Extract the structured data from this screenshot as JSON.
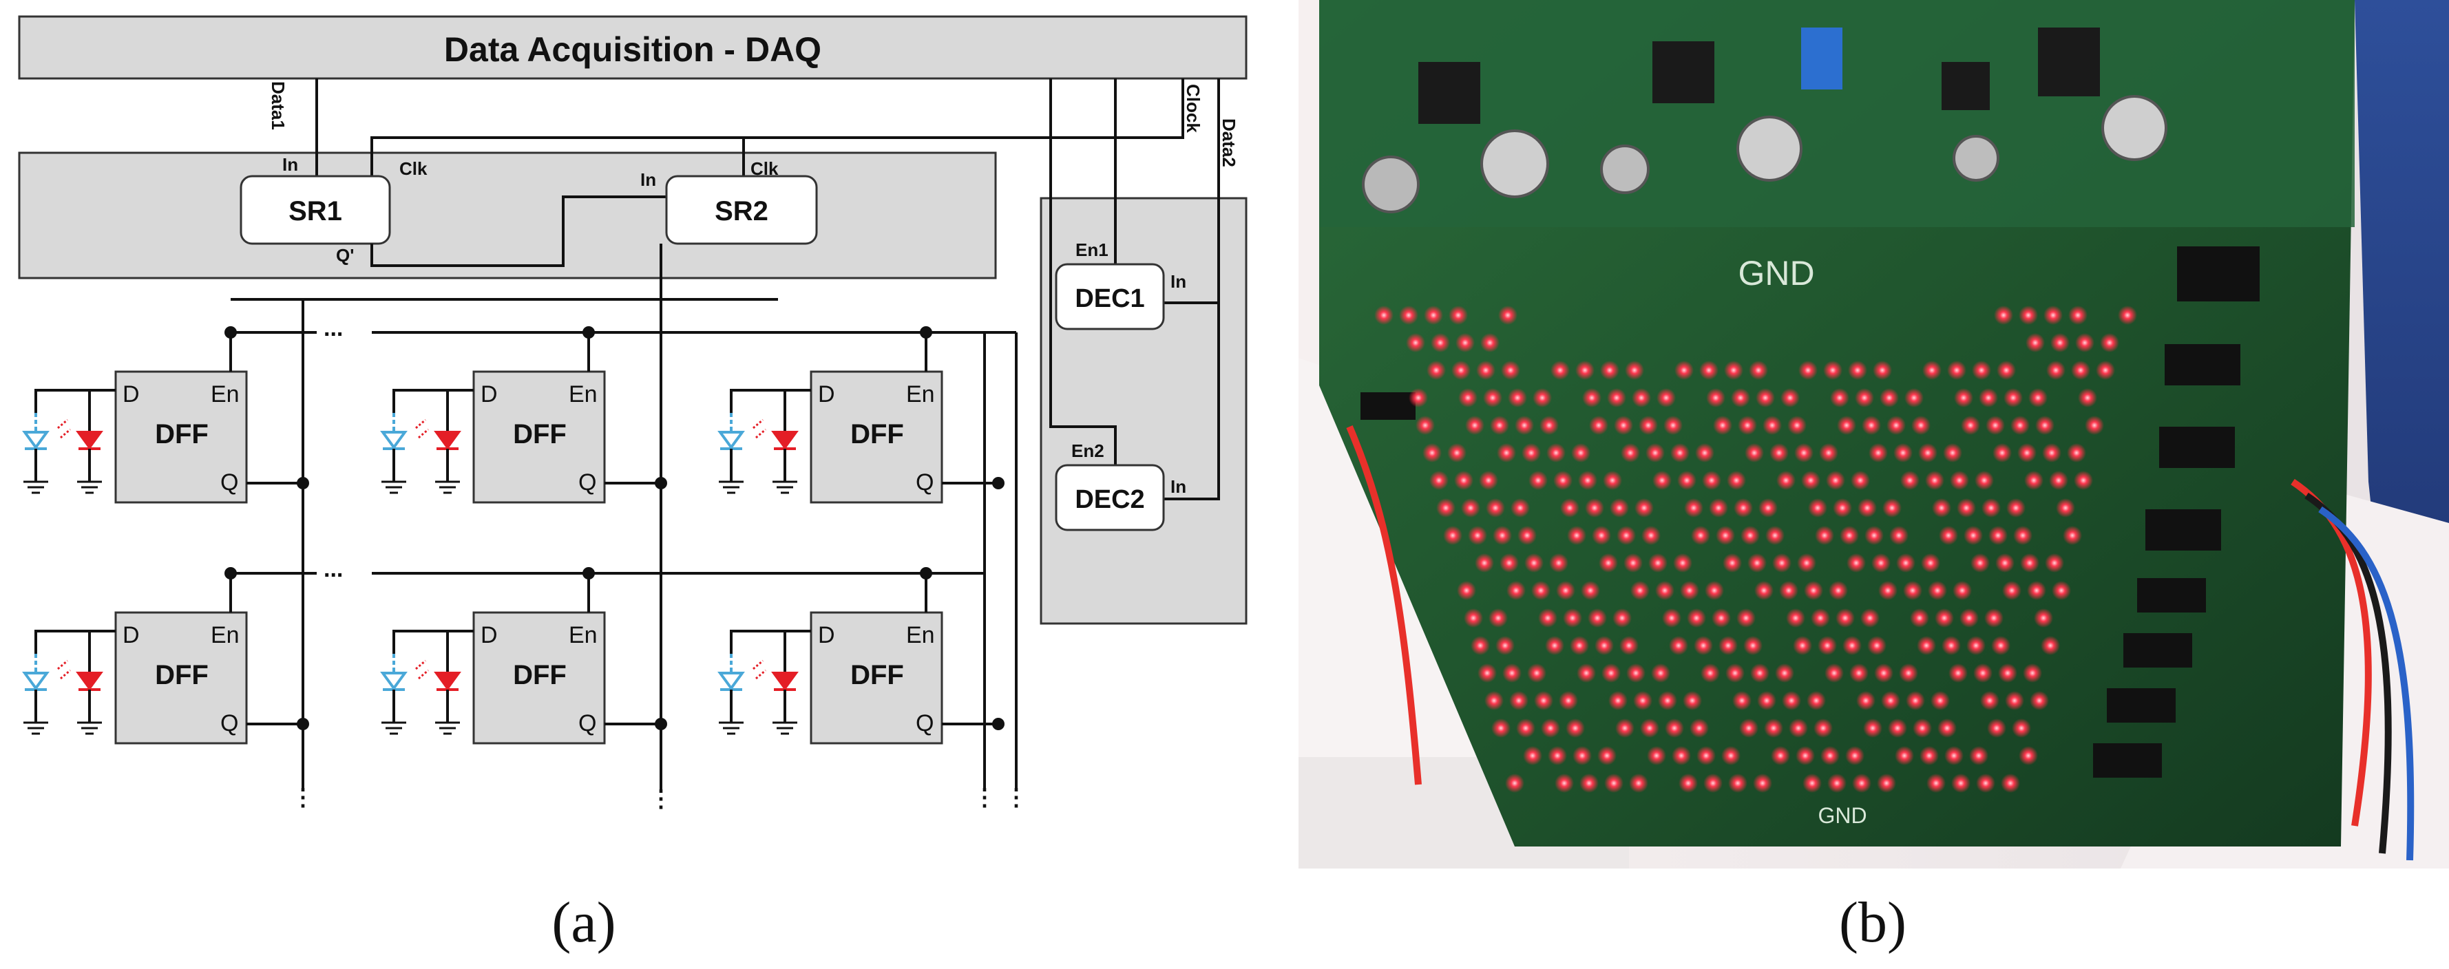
{
  "panel_a": {
    "caption": "(a)",
    "daq": {
      "title": "Data Acquisition - DAQ"
    },
    "signals": {
      "data1": "Data1",
      "data2": "Data2",
      "clock": "Clock"
    },
    "shift_registers": [
      {
        "name": "SR1",
        "in": "In",
        "clk": "Clk",
        "out": "Q'"
      },
      {
        "name": "SR2",
        "in": "In",
        "clk": "Clk"
      }
    ],
    "decoders": [
      {
        "name": "DEC1",
        "en": "En1",
        "in": "In"
      },
      {
        "name": "DEC2",
        "en": "En2",
        "in": "In"
      }
    ],
    "flipflop": {
      "name": "DFF",
      "d": "D",
      "en": "En",
      "q": "Q"
    },
    "ellipsis": "...",
    "vertical_ellipsis": "⋮"
  },
  "panel_b": {
    "caption": "(b)",
    "pcb_labels": [
      "GND",
      "GND"
    ],
    "colors": {
      "board": "#1f5a2e",
      "led": "#ff2a3a",
      "background": "#f2eeee"
    }
  },
  "colors": {
    "block_fill": "#d9d9d9",
    "red_led": "#e41e26",
    "blue_led": "#4aa8d8",
    "wire": "#111111"
  }
}
